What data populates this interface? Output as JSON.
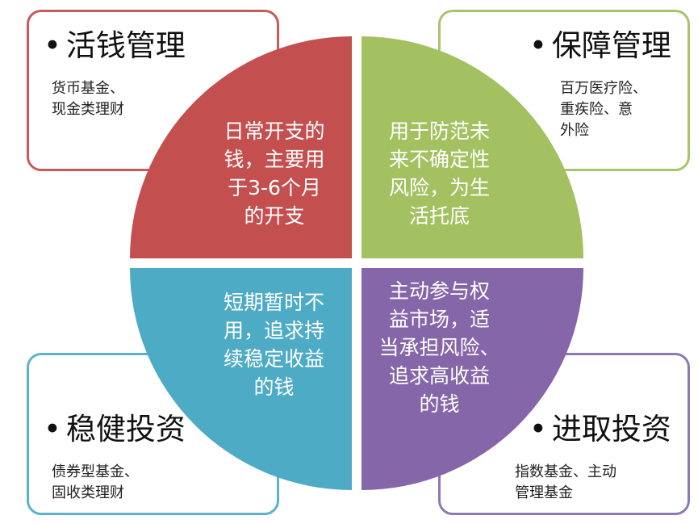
{
  "colors": {
    "red": "#c34f4f",
    "green": "#a3c160",
    "blue": "#4eabc6",
    "purple": "#8566a8"
  },
  "quadrants": {
    "top_left": {
      "title": "活钱管理",
      "desc_lines": [
        "货币基金、",
        "现金类理财"
      ],
      "center_lines": [
        "日常开支的",
        "钱，主要用",
        "于3-6个月",
        "的开支"
      ]
    },
    "top_right": {
      "title": "保障管理",
      "desc_lines": [
        "百万医疗险、",
        "重疾险、意",
        "外险"
      ],
      "center_lines": [
        "用于防范未",
        "来不确定性",
        "风险，为生",
        "活托底"
      ]
    },
    "bottom_left": {
      "title": "稳健投资",
      "desc_lines": [
        "债券型基金、",
        "固收类理财"
      ],
      "center_lines": [
        "短期暂时不",
        "用，追求持",
        "续稳定收益",
        "的钱"
      ]
    },
    "bottom_right": {
      "title": "进取投资",
      "desc_lines": [
        "指数基金、主动",
        "管理基金"
      ],
      "center_lines": [
        "主动参与权",
        "益市场，适",
        "当承担风险、",
        "追求高收益",
        "的钱"
      ]
    }
  }
}
